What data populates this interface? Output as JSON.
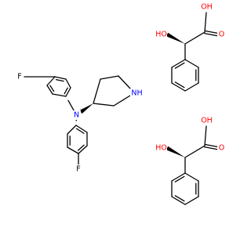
{
  "molecule": {
    "colors": {
      "carbon": "#000000",
      "fluorine": "#000000",
      "nitrogen": "#0000ff",
      "oxygen": "#ff0000",
      "wedge": "#000000"
    },
    "atoms": [
      {
        "id": "f1",
        "element": "F",
        "label": "F"
      },
      {
        "id": "f2",
        "element": "F",
        "label": "F"
      },
      {
        "id": "n_amine",
        "element": "N",
        "label": "N"
      },
      {
        "id": "nh_ring",
        "element": "N",
        "label": "NH"
      },
      {
        "id": "ho_1",
        "element": "O",
        "label": "HO"
      },
      {
        "id": "oh_1",
        "element": "O",
        "label": "OH"
      },
      {
        "id": "o_1",
        "element": "O",
        "label": "O"
      },
      {
        "id": "ho_2",
        "element": "O",
        "label": "HO"
      },
      {
        "id": "oh_2",
        "element": "O",
        "label": "OH"
      },
      {
        "id": "o_2",
        "element": "O",
        "label": "O"
      }
    ]
  }
}
